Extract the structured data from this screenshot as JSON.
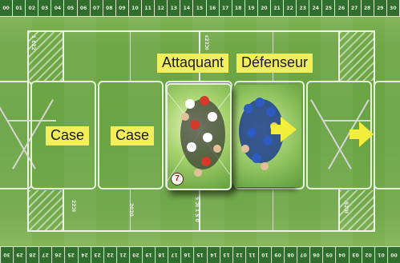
{
  "ruler_top": [
    "00",
    "01",
    "02",
    "03",
    "04",
    "05",
    "06",
    "07",
    "08",
    "09",
    "10",
    "11",
    "12",
    "13",
    "14",
    "15",
    "16",
    "17",
    "18",
    "19",
    "20",
    "21",
    "22",
    "23",
    "24",
    "25",
    "26",
    "27",
    "28",
    "29",
    "30"
  ],
  "ruler_bottom": [
    "00",
    "01",
    "02",
    "03",
    "04",
    "05",
    "06",
    "07",
    "08",
    "09",
    "10",
    "11",
    "12",
    "13",
    "14",
    "15",
    "16",
    "17",
    "18",
    "19",
    "20",
    "21",
    "22",
    "23",
    "24",
    "25",
    "26",
    "27",
    "28",
    "29",
    "30"
  ],
  "labels": {
    "attaquant": "Attaquant",
    "defenseur": "Défenseur",
    "case_1": "Case",
    "case_2": "Case"
  },
  "card_number": "7",
  "field_marks": {
    "mark_top_left": "1 Ɛ22",
    "mark_top_right": "ɛ22ƆI",
    "mark_bottom_left": "22ƆI",
    "mark_bottom_mid": "2020",
    "mark_bottom_center": "5 ƆI 1 5 0",
    "mark_bottom_right": "52ƆI"
  },
  "colors": {
    "grass": "#6aa444",
    "label_bg": "#f2ee5c",
    "arrow": "#f2ee3c",
    "ruler_bg": "#2f6e2c"
  }
}
